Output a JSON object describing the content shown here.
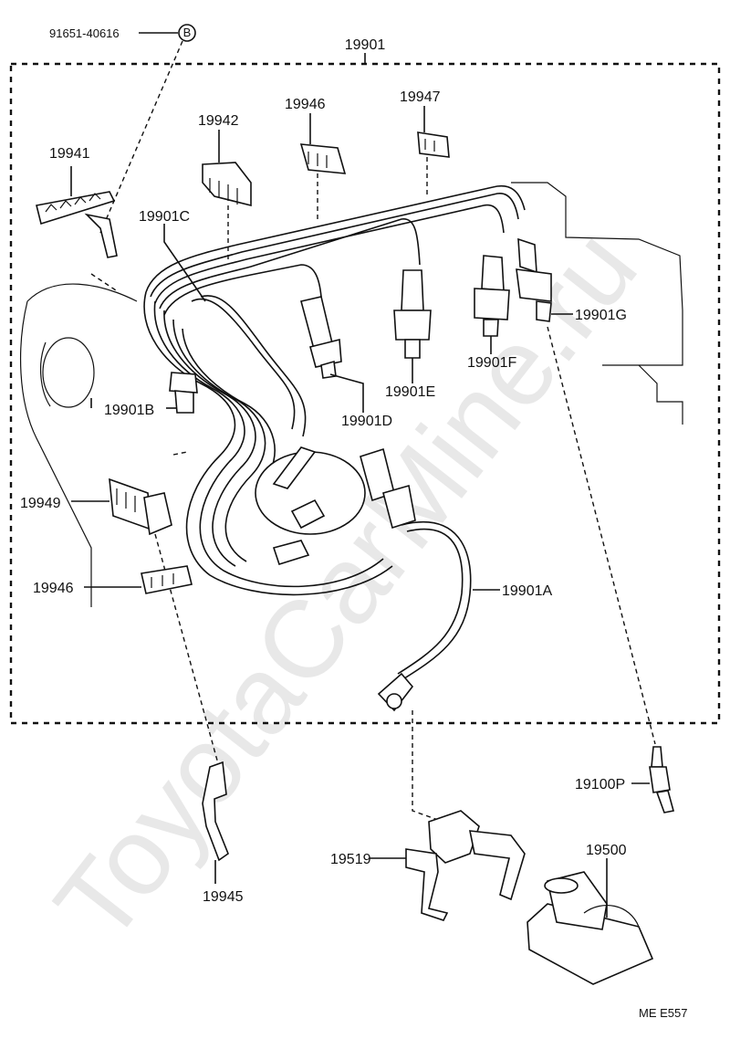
{
  "watermark": "ToyotaCarMine.ru",
  "footer_code": "ME  E557",
  "labels": {
    "bolt": "91651-40616",
    "bolt_marker": "B",
    "assembly": "19901",
    "clamp_19941": "19941",
    "clamp_19942": "19942",
    "clamp_19946_top": "19946",
    "clamp_19947": "19947",
    "cord_c": "19901C",
    "cord_b": "19901B",
    "cord_d": "19901D",
    "cord_e": "19901E",
    "cord_f": "19901F",
    "cord_g": "19901G",
    "cord_a": "19901A",
    "clamp_19949": "19949",
    "clamp_19946_bottom": "19946",
    "bracket_19945": "19945",
    "bracket_19519": "19519",
    "coil_19500": "19500",
    "spark_plug": "19100P"
  }
}
